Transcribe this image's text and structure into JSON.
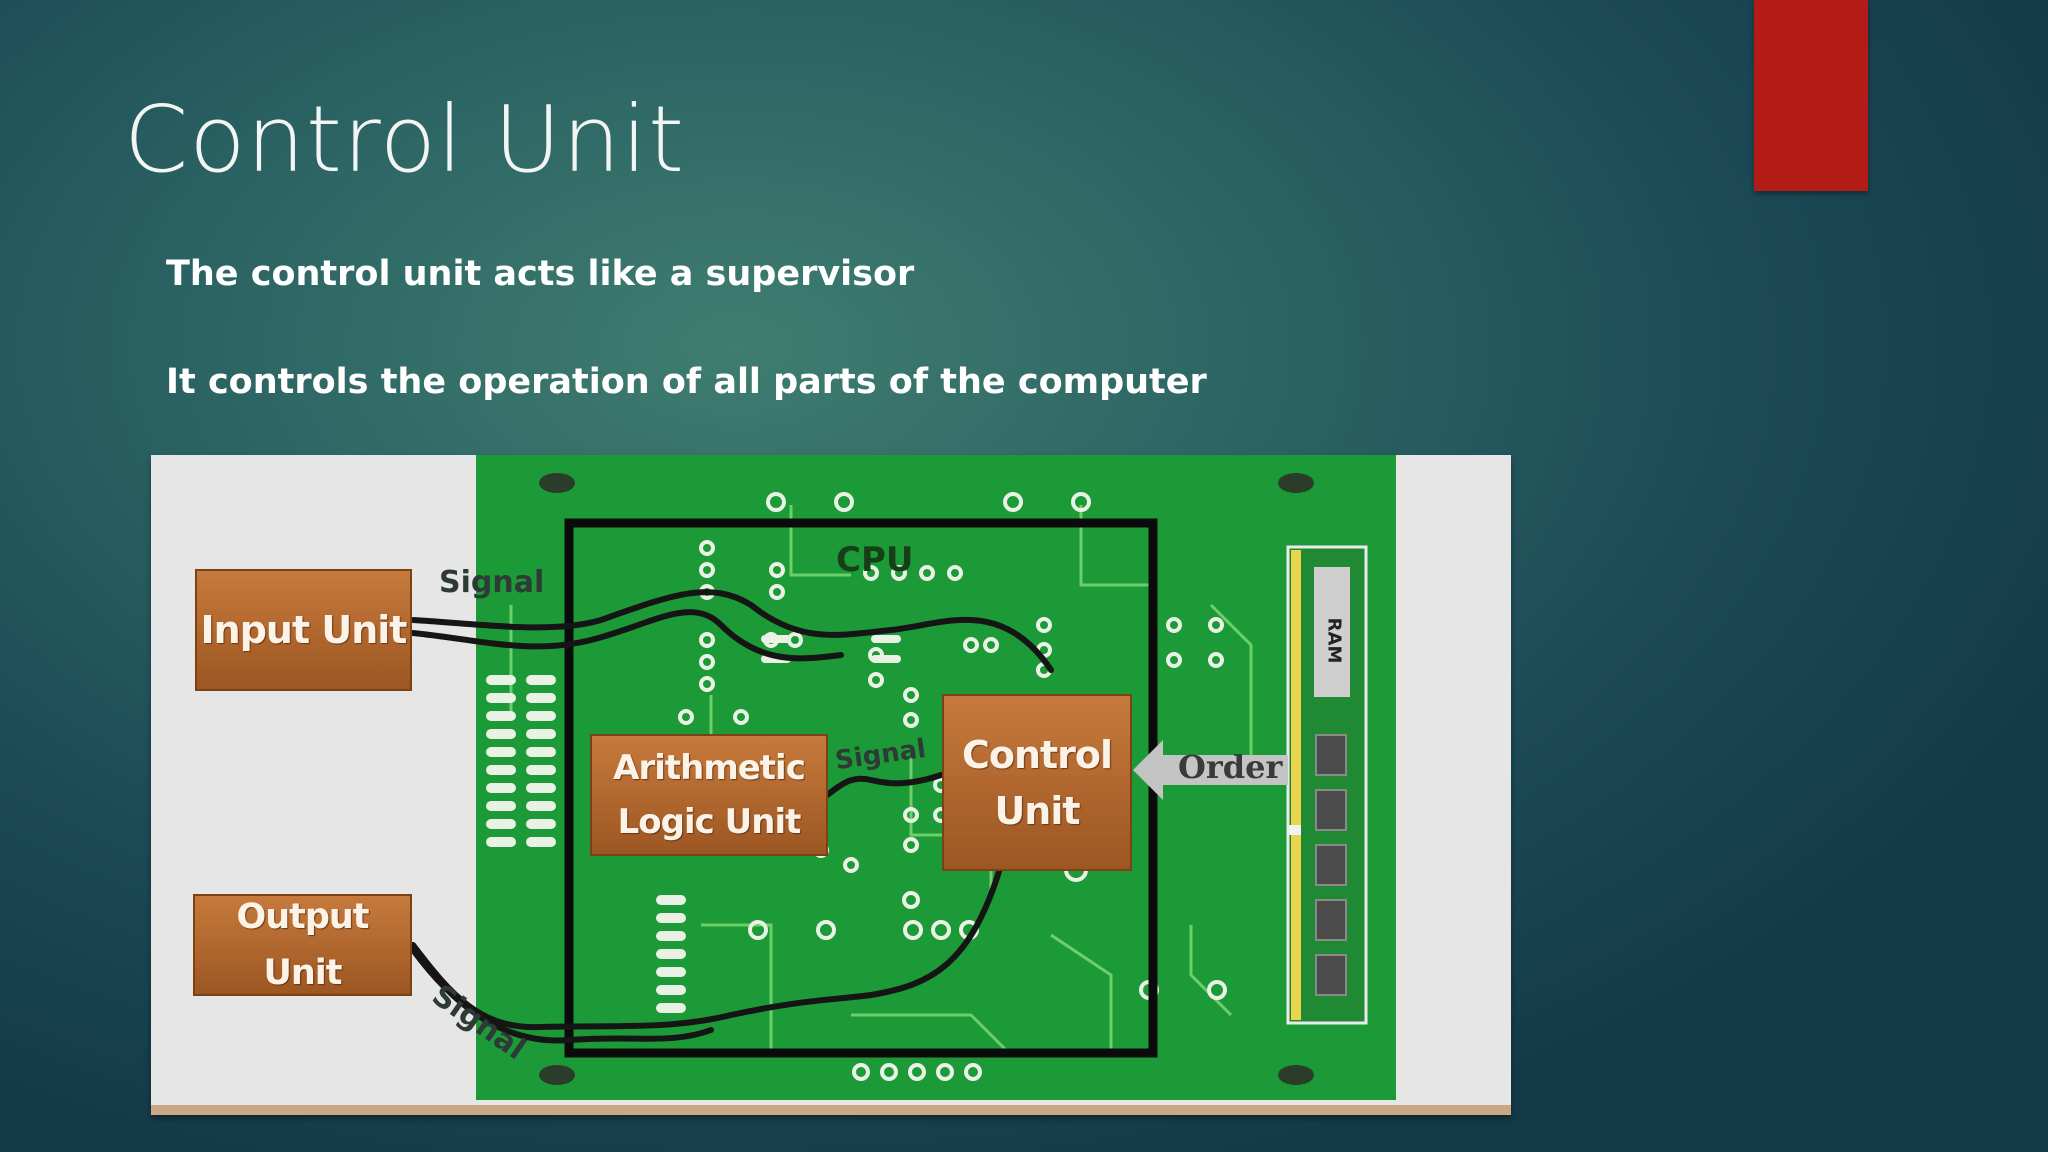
{
  "slide": {
    "title": "Control Unit",
    "bullets": [
      "The control unit acts like a supervisor",
      "It controls the operation of all parts of the computer"
    ],
    "accent_color": "#b31b17"
  },
  "diagram": {
    "board_color": "#1d9a38",
    "box_color": "#b5692f",
    "cpu_label": "CPU",
    "boxes": {
      "input": "Input Unit",
      "output": "Output Unit",
      "alu_line1": "Arithmetic",
      "alu_line2": "Logic Unit",
      "control_line1": "Control",
      "control_line2": "Unit"
    },
    "signals": [
      "Signal",
      "Signal",
      "Signal"
    ],
    "order_label": "Order",
    "ram_label": "RAM"
  }
}
